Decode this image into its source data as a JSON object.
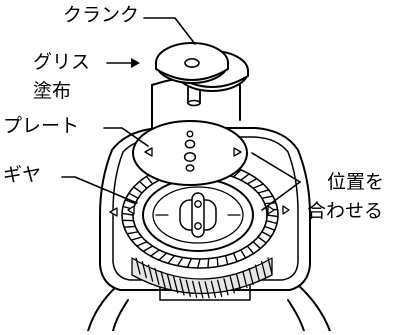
{
  "labels": {
    "crank": "クランク",
    "grease_line1": "グリス",
    "grease_line2": "塗布",
    "plate": "プレート",
    "gear": "ギヤ",
    "align_line1": "位置を",
    "align_line2": "合わせる"
  },
  "colors": {
    "line": "#000000",
    "fill": "#ffffff",
    "shade": "#cfcfcf"
  }
}
